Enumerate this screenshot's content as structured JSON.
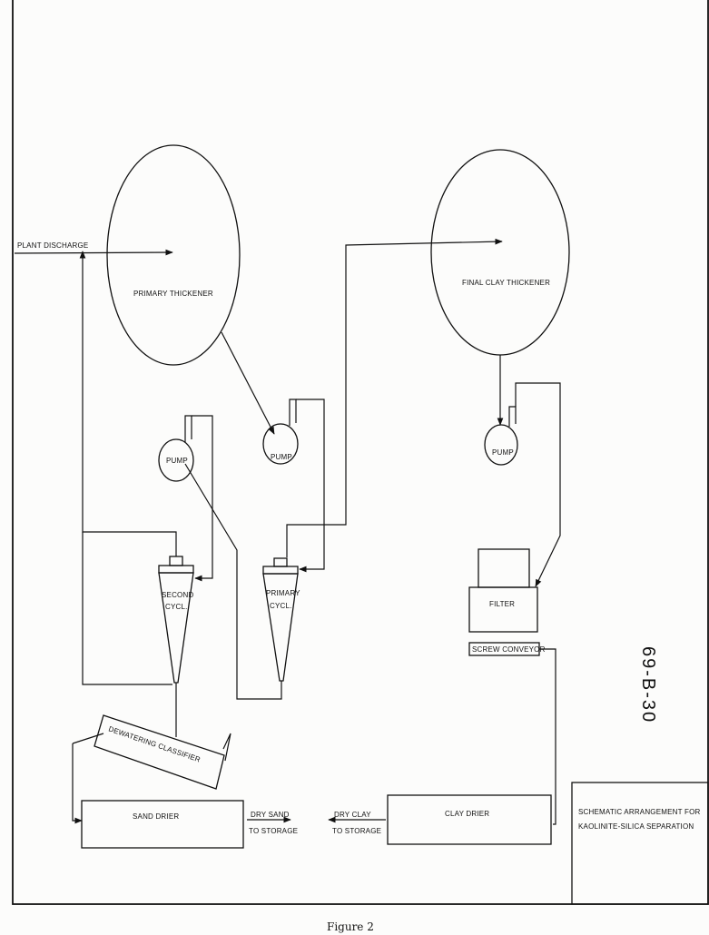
{
  "labels": {
    "plant_discharge": "PLANT DISCHARGE",
    "primary_thickener": "PRIMARY THICKENER",
    "final_clay_thickener": "FINAL CLAY THICKENER",
    "pump_1": "PUMP",
    "pump_2": "PUMP",
    "pump_3": "PUMP",
    "second_cyclone_1": "SECOND",
    "second_cyclone_2": "CYCL.",
    "primary_cyclone_1": "PRIMARY",
    "primary_cyclone_2": "CYCL.",
    "filter": "FILTER",
    "screw_conveyor": "SCREW CONVEYOR",
    "dewatering_classifier": "DEWATERING CLASSIFIER",
    "sand_drier": "SAND DRIER",
    "clay_drier": "CLAY DRIER",
    "dry_sand": "DRY SAND",
    "dry_sand_dest": "TO STORAGE",
    "dry_clay": "DRY CLAY",
    "dry_clay_dest": "TO STORAGE"
  },
  "title_block": {
    "line1": "SCHEMATIC ARRANGEMENT FOR",
    "line2": "KAOLINITE-SILICA SEPARATION"
  },
  "drawing_number": "69-B-30",
  "caption": "Figure 2"
}
